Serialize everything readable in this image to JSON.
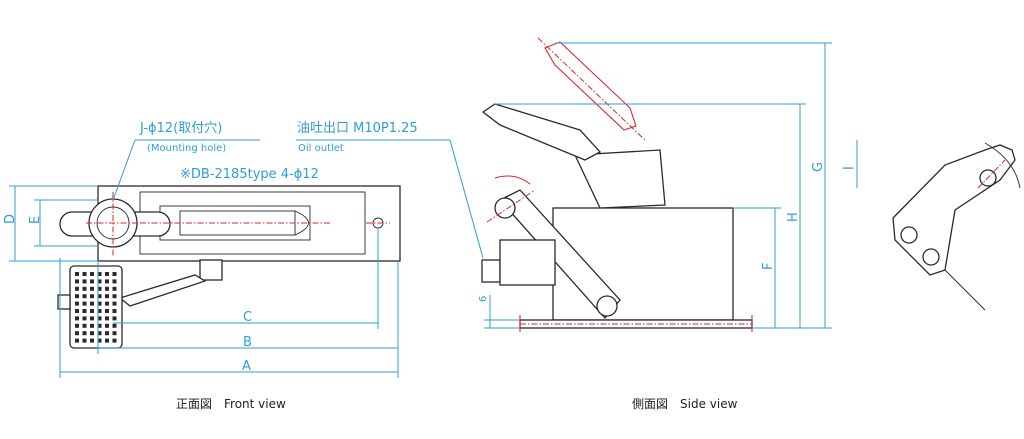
{
  "labels": {
    "A": "A",
    "B": "B",
    "C": "C",
    "D": "D",
    "E": "E",
    "F": "F",
    "G": "G",
    "H": "H",
    "I": "I",
    "six": "6"
  },
  "notes": {
    "mount_hole_main": "J-ϕ12(取付穴)",
    "mount_hole_en": "(Mounting hole)",
    "oil_outlet_main": "油吐出口 M10P1.25",
    "oil_outlet_en": "Oil outlet",
    "type_note": "※DB-2185type 4-ϕ12"
  },
  "captions": {
    "front": "正面図　Front view",
    "side": "側面図　Side view"
  },
  "colors": {
    "dimension": "#2f9ed6",
    "outline": "#2a2a2a",
    "centerline": "#e0252b"
  }
}
